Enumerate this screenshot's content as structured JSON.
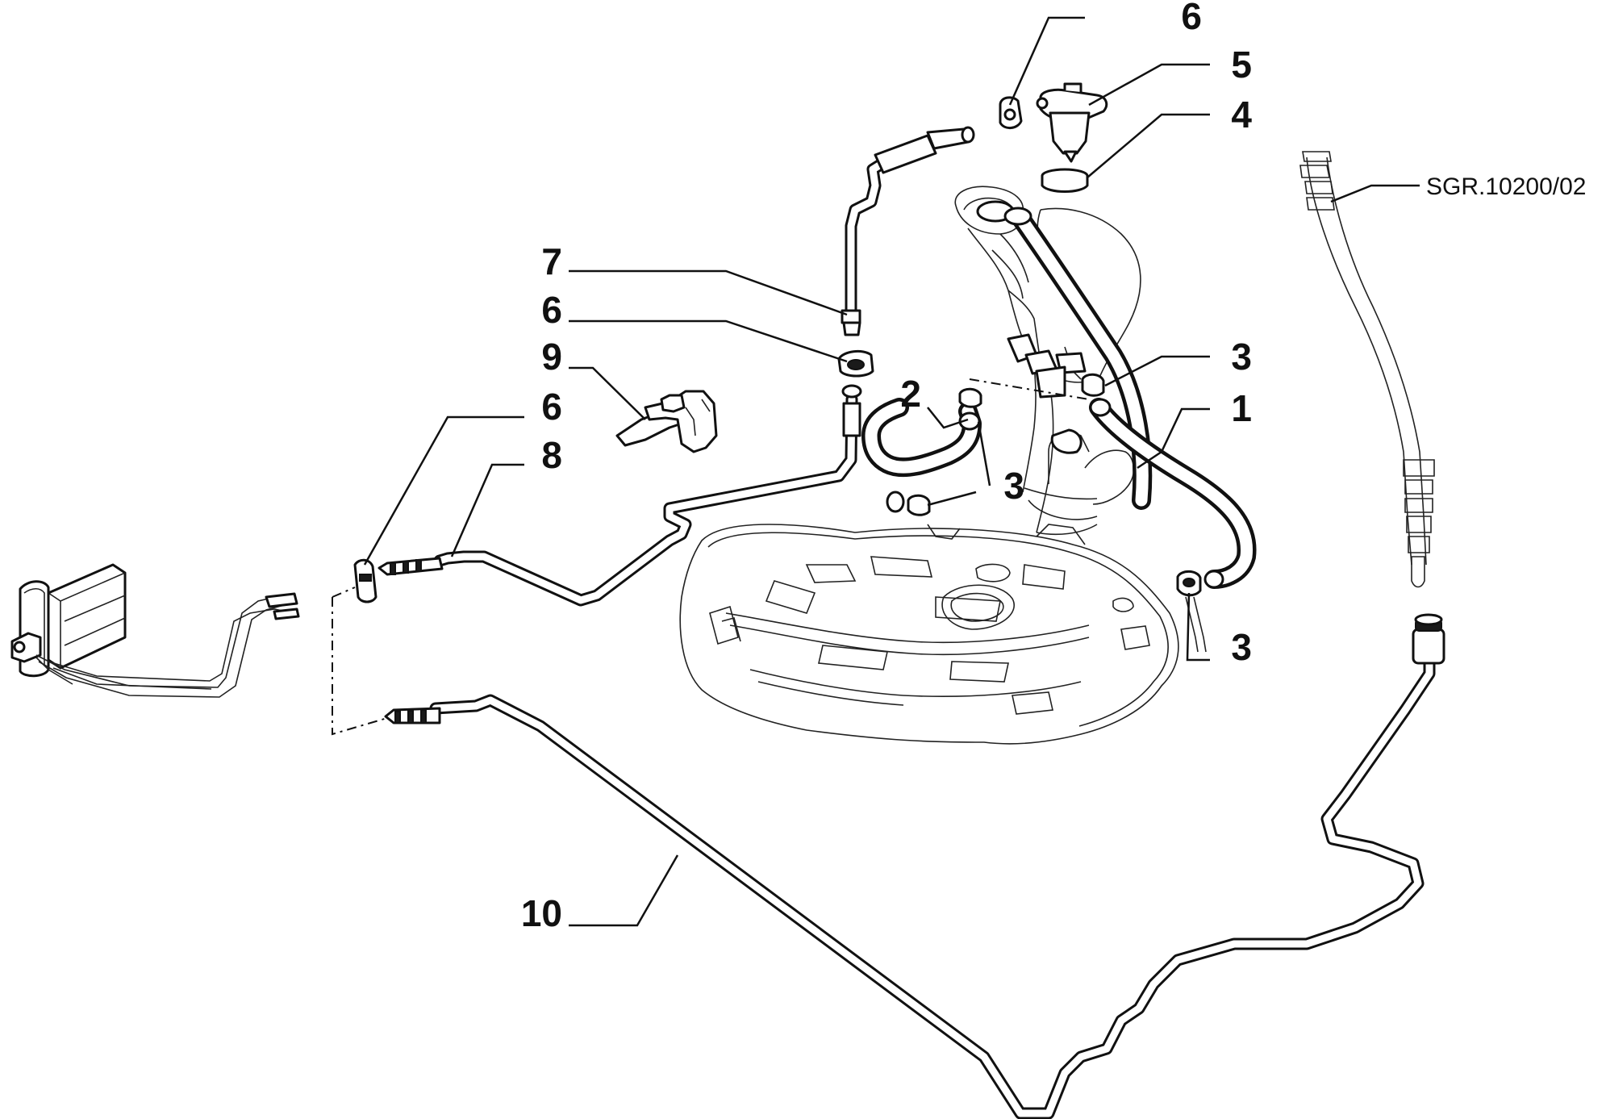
{
  "diagram": {
    "reference_code": "SGR.10200/02",
    "callouts": [
      {
        "id": "c6-top",
        "label": "6"
      },
      {
        "id": "c5",
        "label": "5"
      },
      {
        "id": "c4",
        "label": "4"
      },
      {
        "id": "c7",
        "label": "7"
      },
      {
        "id": "c6-mid",
        "label": "6"
      },
      {
        "id": "c9",
        "label": "9"
      },
      {
        "id": "c6-left",
        "label": "6"
      },
      {
        "id": "c8",
        "label": "8"
      },
      {
        "id": "c2",
        "label": "2"
      },
      {
        "id": "c3-upper",
        "label": "3"
      },
      {
        "id": "c1",
        "label": "1"
      },
      {
        "id": "c3-center",
        "label": "3"
      },
      {
        "id": "c3-lower",
        "label": "3"
      },
      {
        "id": "c10",
        "label": "10"
      }
    ]
  }
}
